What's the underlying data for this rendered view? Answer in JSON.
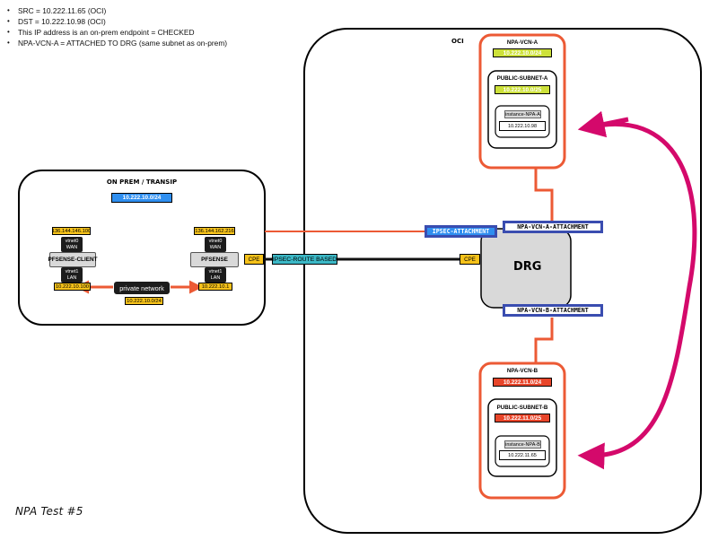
{
  "notes": [
    "SRC = 10.222.11.65 (OCI)",
    "DST = 10.222.10.98 (OCI)",
    "This IP address is an on-prem endpoint =  CHECKED",
    "NPA-VCN-A =  ATTACHED TO DRG (same subnet as on-prem)"
  ],
  "onprem": {
    "title": "ON PREM / TRANSIP",
    "cidr": "10.222.10.0/24",
    "client": {
      "wan_ip": "136.144.146.100",
      "wan_iface": "vtnet0",
      "wan_label": "WAN",
      "name": "PFSENSE-CLIENT",
      "lan_iface": "vtnet1",
      "lan_label": "LAN",
      "lan_ip": "10.222.10.100"
    },
    "pfsense": {
      "wan_ip": "136.144.162.216",
      "wan_iface": "vtnet0",
      "wan_label": "WAN",
      "name": "PFSENSE",
      "lan_iface": "vtnet1",
      "lan_label": "LAN",
      "lan_ip": "10.222.10.1"
    },
    "private_network": "private network",
    "private_cidr": "10.222.10.0/24",
    "cpe": "CPE"
  },
  "oci": {
    "label": "OCI",
    "vcn_a": {
      "name": "NPA-VCN-A",
      "cidr": "10.222.10.0/24",
      "subnet_name": "PUBLIC-SUBNET-A",
      "subnet_cidr": "10.222.10.0/25",
      "instance_name": "instance-NPA-A",
      "instance_ip": "10.222.10.98"
    },
    "vcn_b": {
      "name": "NPA-VCN-B",
      "cidr": "10.222.11.0/24",
      "subnet_name": "PUBLIC-SUBNET-B",
      "subnet_cidr": "10.222.11.0/25",
      "instance_name": "instance-NPA-B",
      "instance_ip": "10.222.11.65"
    },
    "drg": "DRG",
    "cpe": "CPE",
    "ipsec_attachment": "IPSEC-ATTACHMENT",
    "vcn_a_attachment": "NPA-VCN-A-ATTACHMENT",
    "vcn_b_attachment": "NPA-VCN-B-ATTACHMENT"
  },
  "link_label": "IPSEC-ROUTE BASED",
  "footer": "NPA Test #5",
  "colors": {
    "orange": "#ec5a35",
    "magenta": "#d4096b",
    "attachment_border": "#3a4db0",
    "green": "#cde13a",
    "red": "#e8452a",
    "blue": "#2f8ff0",
    "yellow": "#f6c21a",
    "cyan": "#3bb8c6"
  }
}
